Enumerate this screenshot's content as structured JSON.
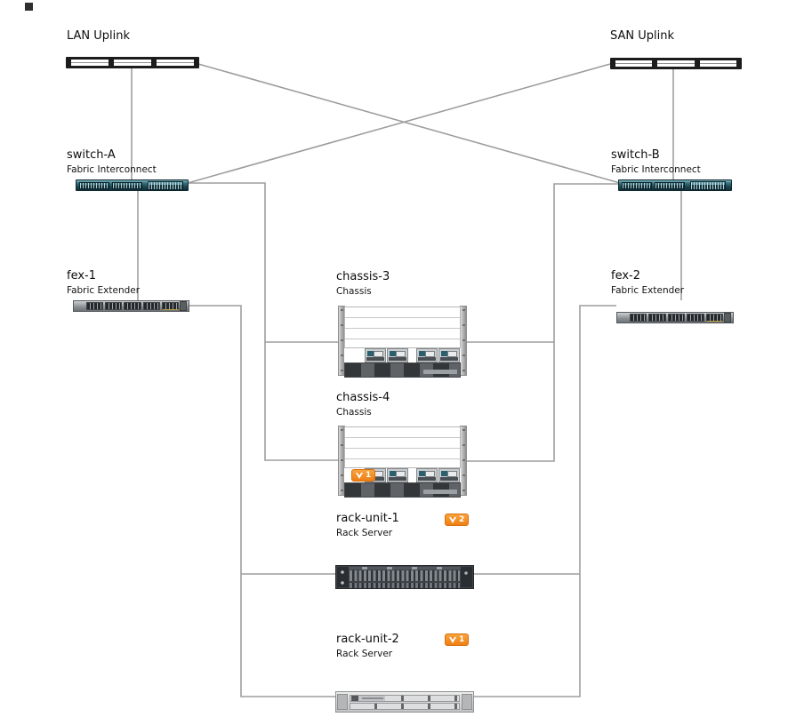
{
  "nodes": {
    "lan_uplink": {
      "label": "LAN Uplink"
    },
    "san_uplink": {
      "label": "SAN Uplink"
    },
    "switch_a": {
      "name": "switch-A",
      "type": "Fabric Interconnect"
    },
    "switch_b": {
      "name": "switch-B",
      "type": "Fabric Interconnect"
    },
    "fex_1": {
      "name": "fex-1",
      "type": "Fabric Extender"
    },
    "fex_2": {
      "name": "fex-2",
      "type": "Fabric Extender"
    },
    "chassis_3": {
      "name": "chassis-3",
      "type": "Chassis"
    },
    "chassis_4": {
      "name": "chassis-4",
      "type": "Chassis",
      "fault_count": "1"
    },
    "rack_unit_1": {
      "name": "rack-unit-1",
      "type": "Rack Server",
      "fault_count": "2"
    },
    "rack_unit_2": {
      "name": "rack-unit-2",
      "type": "Rack Server",
      "fault_count": "1"
    }
  },
  "edges": [
    {
      "from": "LAN Uplink",
      "to": "switch-A"
    },
    {
      "from": "LAN Uplink",
      "to": "switch-B"
    },
    {
      "from": "SAN Uplink",
      "to": "switch-A"
    },
    {
      "from": "SAN Uplink",
      "to": "switch-B"
    },
    {
      "from": "switch-A",
      "to": "fex-1"
    },
    {
      "from": "switch-A",
      "to": "chassis-3"
    },
    {
      "from": "switch-A",
      "to": "chassis-4"
    },
    {
      "from": "switch-B",
      "to": "fex-2"
    },
    {
      "from": "switch-B",
      "to": "chassis-3"
    },
    {
      "from": "switch-B",
      "to": "chassis-4"
    },
    {
      "from": "fex-1",
      "to": "rack-unit-1"
    },
    {
      "from": "fex-1",
      "to": "rack-unit-2"
    },
    {
      "from": "fex-2",
      "to": "rack-unit-1"
    },
    {
      "from": "fex-2",
      "to": "rack-unit-2"
    }
  ],
  "colors": {
    "fault_badge": "#EF8318",
    "connector_line": "#9E9E9E",
    "fabric_interconnect_teal": "#1B4751",
    "uplink_bar_black": "#1C1C1C"
  }
}
